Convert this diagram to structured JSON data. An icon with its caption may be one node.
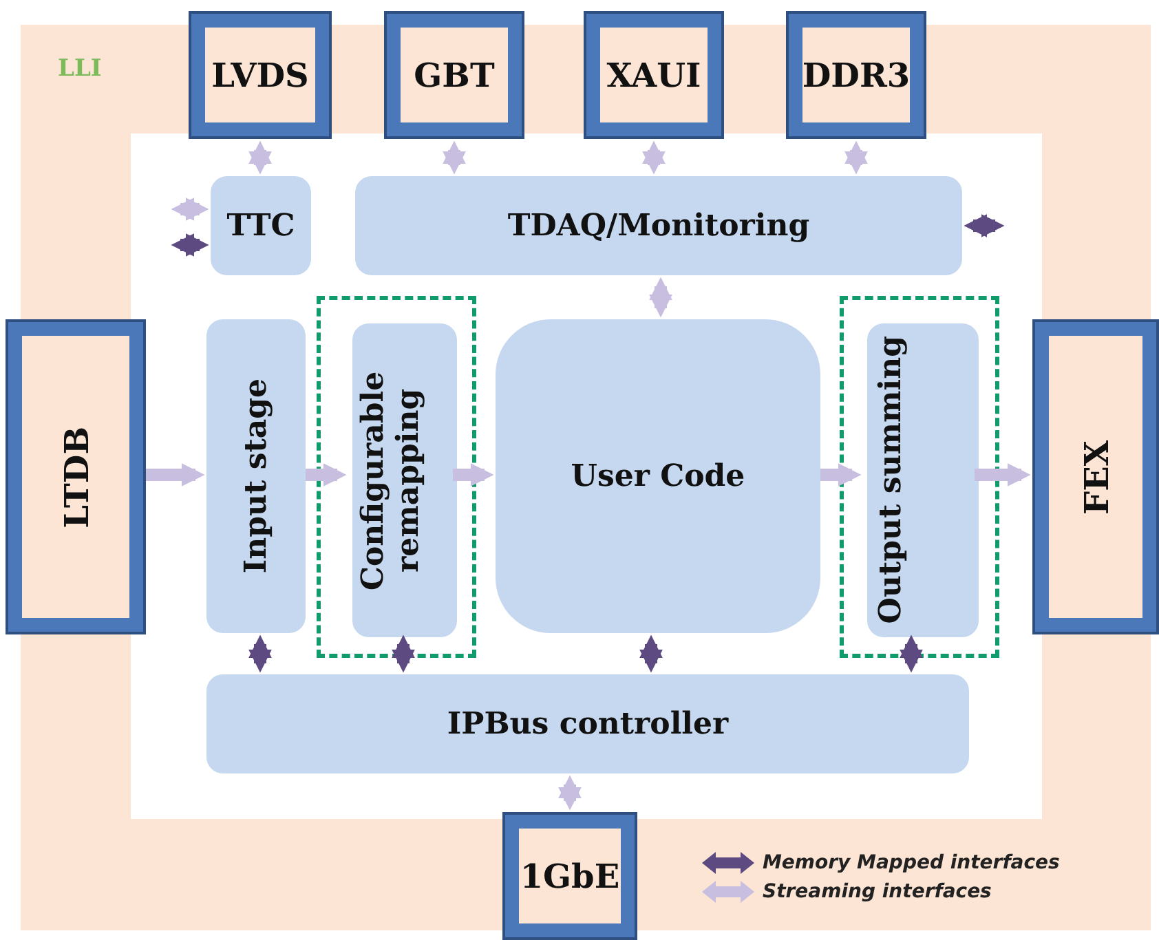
{
  "diagram": {
    "nodes": [
      {
        "text": [
          "LLI"
        ]
      },
      {
        "text": [
          "LVDS"
        ]
      },
      {
        "text": [
          "GBT"
        ]
      },
      {
        "text": [
          "XAUI"
        ]
      },
      {
        "text": [
          "DDR3"
        ]
      },
      {
        "text": [
          "TTC"
        ],
        "in": 0
      },
      {
        "text": [
          "TDAQ/Monitoring"
        ],
        "in": 0
      },
      {
        "text": [
          "LTDB"
        ]
      },
      {
        "text": [
          "Input stage"
        ],
        "in": 0
      },
      {
        "text": [],
        "shape": "box",
        "in": 0
      },
      {
        "text": [
          "Configurable remapping"
        ],
        "in": 9
      },
      {
        "text": [
          "User Code"
        ],
        "in": 0
      },
      {
        "text": [],
        "shape": "box",
        "in": 0
      },
      {
        "text": [
          "Output summing"
        ],
        "in": 12
      },
      {
        "text": [
          "FEX"
        ]
      },
      {
        "text": [
          "IPBus controller"
        ],
        "in": 0
      },
      {
        "text": [
          "1GbE"
        ]
      }
    ],
    "edges": [
      {
        "from": 1,
        "to": 5,
        "arrow": "both"
      },
      {
        "from": 2,
        "to": 6,
        "arrow": "both"
      },
      {
        "from": 3,
        "to": 6,
        "arrow": "both"
      },
      {
        "from": 4,
        "to": 6,
        "arrow": "both"
      },
      {
        "from": null,
        "to": 5,
        "arrow": "both"
      },
      {
        "from": null,
        "to": 5,
        "arrow": "both",
        "color": "#5c4a80"
      },
      {
        "from": 6,
        "to": null,
        "arrow": "both",
        "color": "#5c4a80"
      },
      {
        "from": 6,
        "to": 11,
        "arrow": "both"
      },
      {
        "from": 7,
        "to": 8,
        "arrow": "to"
      },
      {
        "from": 8,
        "to": 10,
        "arrow": "to"
      },
      {
        "from": 10,
        "to": 11,
        "arrow": "to"
      },
      {
        "from": 11,
        "to": 13,
        "arrow": "to"
      },
      {
        "from": 13,
        "to": 14,
        "arrow": "to"
      },
      {
        "from": 8,
        "to": 15,
        "arrow": "both",
        "color": "#5c4a80"
      },
      {
        "from": 10,
        "to": 15,
        "arrow": "both",
        "color": "#5c4a80"
      },
      {
        "from": 11,
        "to": 15,
        "arrow": "both",
        "color": "#5c4a80"
      },
      {
        "from": 13,
        "to": 15,
        "arrow": "both",
        "color": "#5c4a80"
      },
      {
        "from": 15,
        "to": 16,
        "arrow": "both"
      }
    ],
    "legend": [
      {
        "text": "Memory Mapped interfaces",
        "color": "#5c4a80"
      },
      {
        "text": "Streaming interfaces",
        "color": "#c8bedf"
      }
    ]
  }
}
